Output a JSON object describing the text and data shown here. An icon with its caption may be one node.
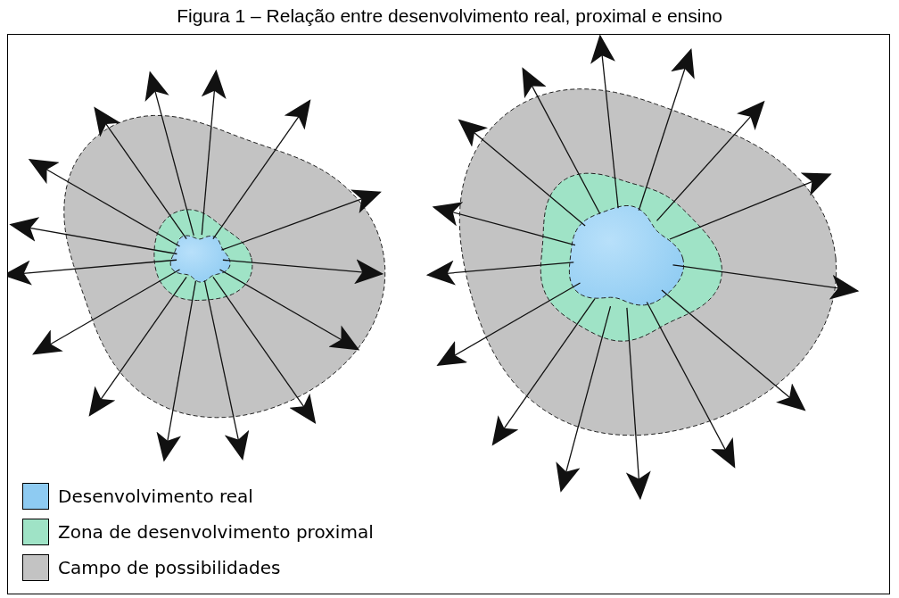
{
  "diagram": {
    "title": "Figura 1 – Relação entre desenvolvimento real, proximal e ensino",
    "legend": [
      {
        "text": "Desenvolvimento real",
        "color": "#8ecbf2"
      },
      {
        "text": "Zona de desenvolvimento proximal",
        "color": "#9fe3c6"
      },
      {
        "text": "Campo de possibilidades",
        "color": "#c3c3c3"
      }
    ]
  }
}
